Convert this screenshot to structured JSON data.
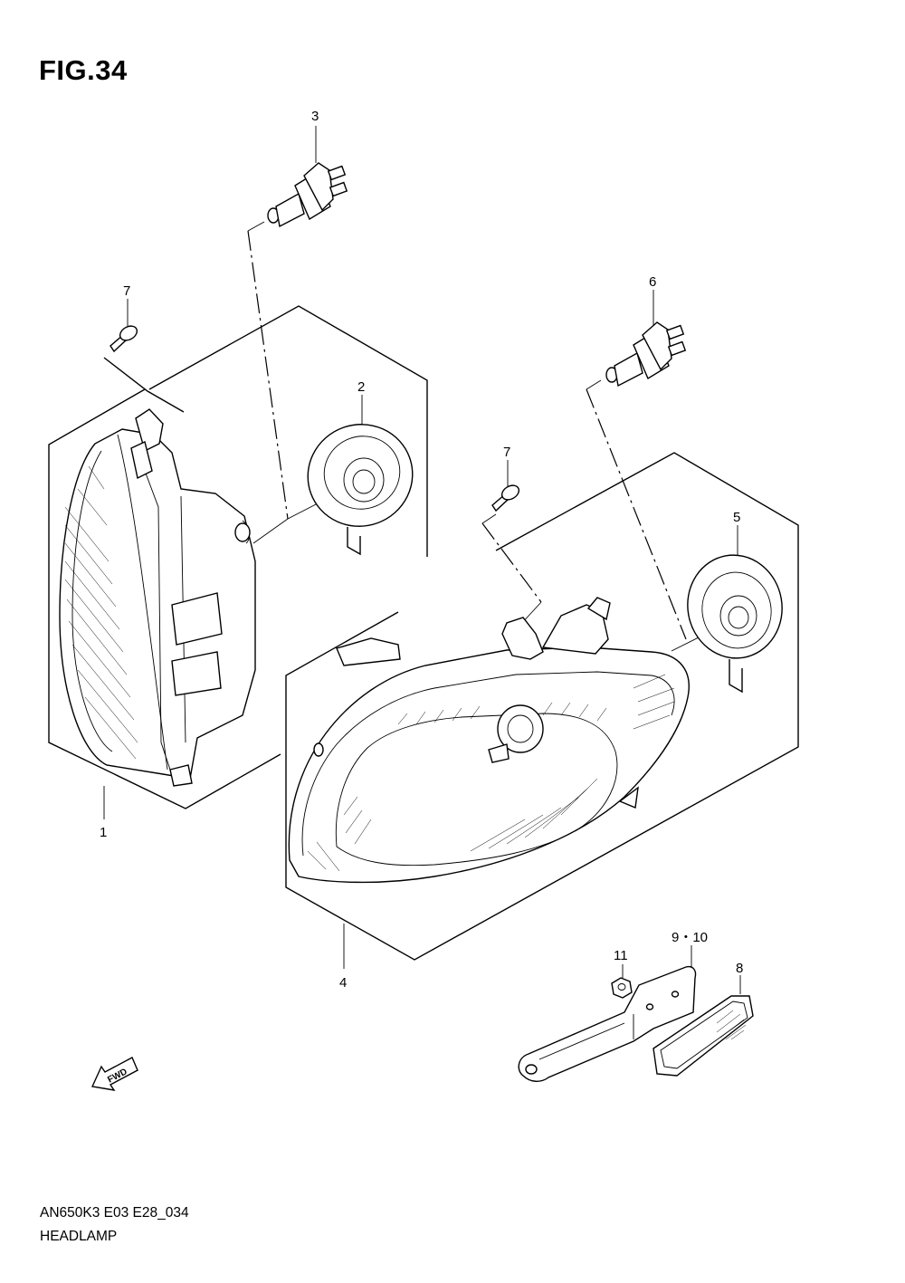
{
  "figure": {
    "title": "FIG.34"
  },
  "footer": {
    "code": "AN650K3  E03  E28_034",
    "title": "HEADLAMP"
  },
  "callouts": [
    {
      "id": "c1",
      "text": "1"
    },
    {
      "id": "c2",
      "text": "2"
    },
    {
      "id": "c3",
      "text": "3"
    },
    {
      "id": "c4",
      "text": "4"
    },
    {
      "id": "c5",
      "text": "5"
    },
    {
      "id": "c6",
      "text": "6"
    },
    {
      "id": "c7a",
      "text": "7"
    },
    {
      "id": "c7b",
      "text": "7"
    },
    {
      "id": "c8",
      "text": "8"
    },
    {
      "id": "c9-10",
      "text": "9・10"
    },
    {
      "id": "c11",
      "text": "11"
    }
  ],
  "direction_marker": {
    "text": "FWD",
    "icon": "fwd-arrow-icon"
  }
}
